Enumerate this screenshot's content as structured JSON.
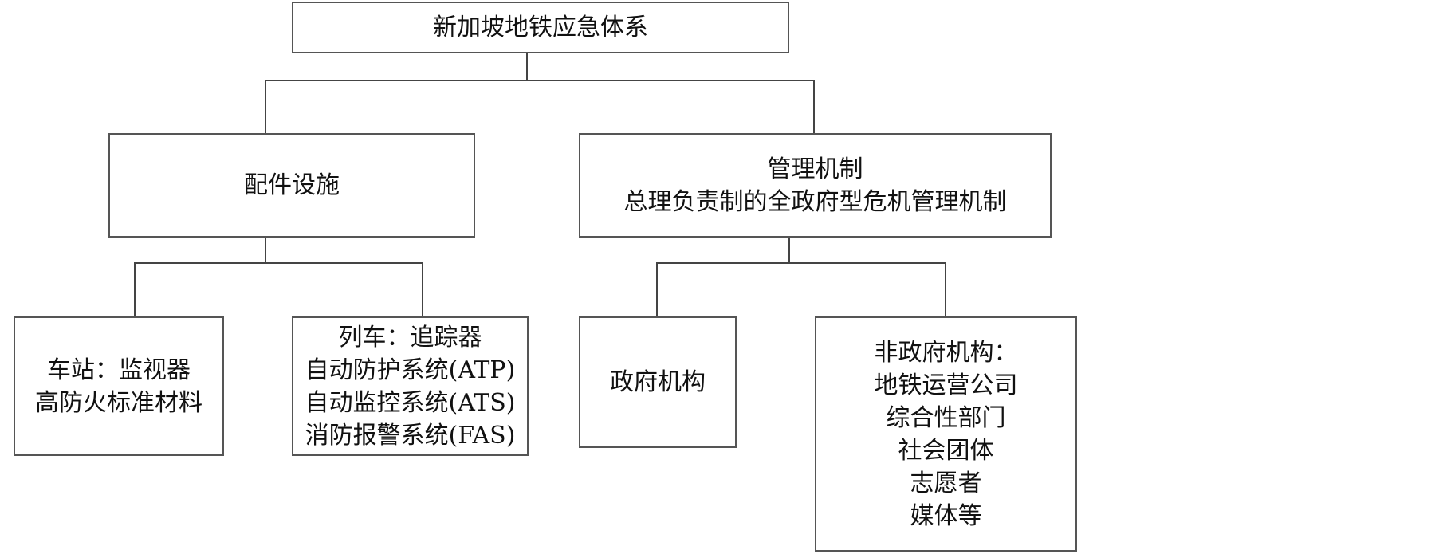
{
  "root": {
    "label": "新加坡地铁应急体系"
  },
  "facilities": {
    "label": "配件设施",
    "station": {
      "lines": [
        "车站：监视器",
        "高防火标准材料"
      ]
    },
    "train": {
      "lines": [
        "列车：追踪器",
        "自动防护系统(ATP)",
        "自动监控系统(ATS)",
        "消防报警系统(FAS)"
      ]
    }
  },
  "management": {
    "lines": [
      "管理机制",
      "总理负责制的全政府型危机管理机制"
    ],
    "government": {
      "label": "政府机构"
    },
    "nongov": {
      "lines": [
        "非政府机构：",
        "地铁运营公司",
        "综合性部门",
        "社会团体",
        "志愿者",
        "媒体等"
      ]
    }
  }
}
